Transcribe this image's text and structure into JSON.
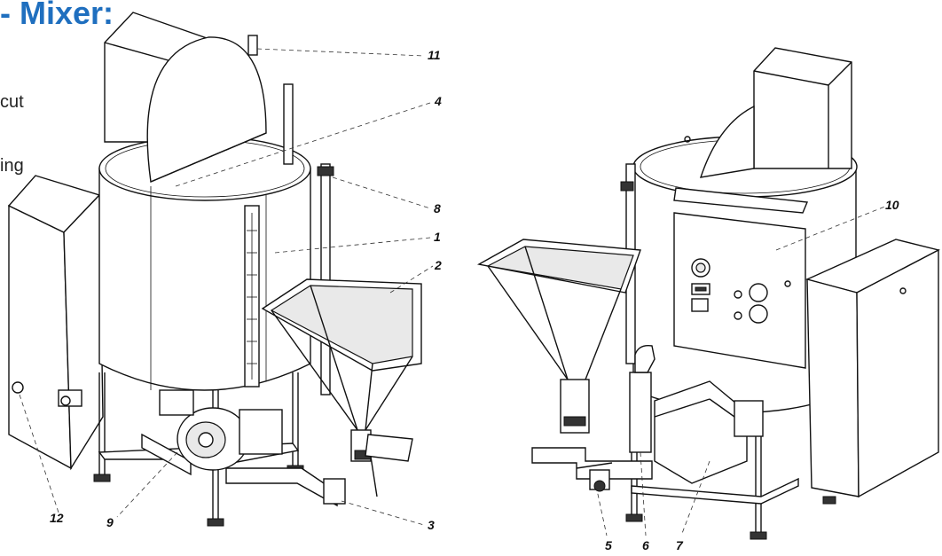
{
  "heading": "- Mixer:",
  "text_fragments": [
    "cut",
    "ing"
  ],
  "callouts": [
    "11",
    "4",
    "8",
    "1",
    "2",
    "3",
    "9",
    "12",
    "10",
    "5",
    "6",
    "7"
  ]
}
